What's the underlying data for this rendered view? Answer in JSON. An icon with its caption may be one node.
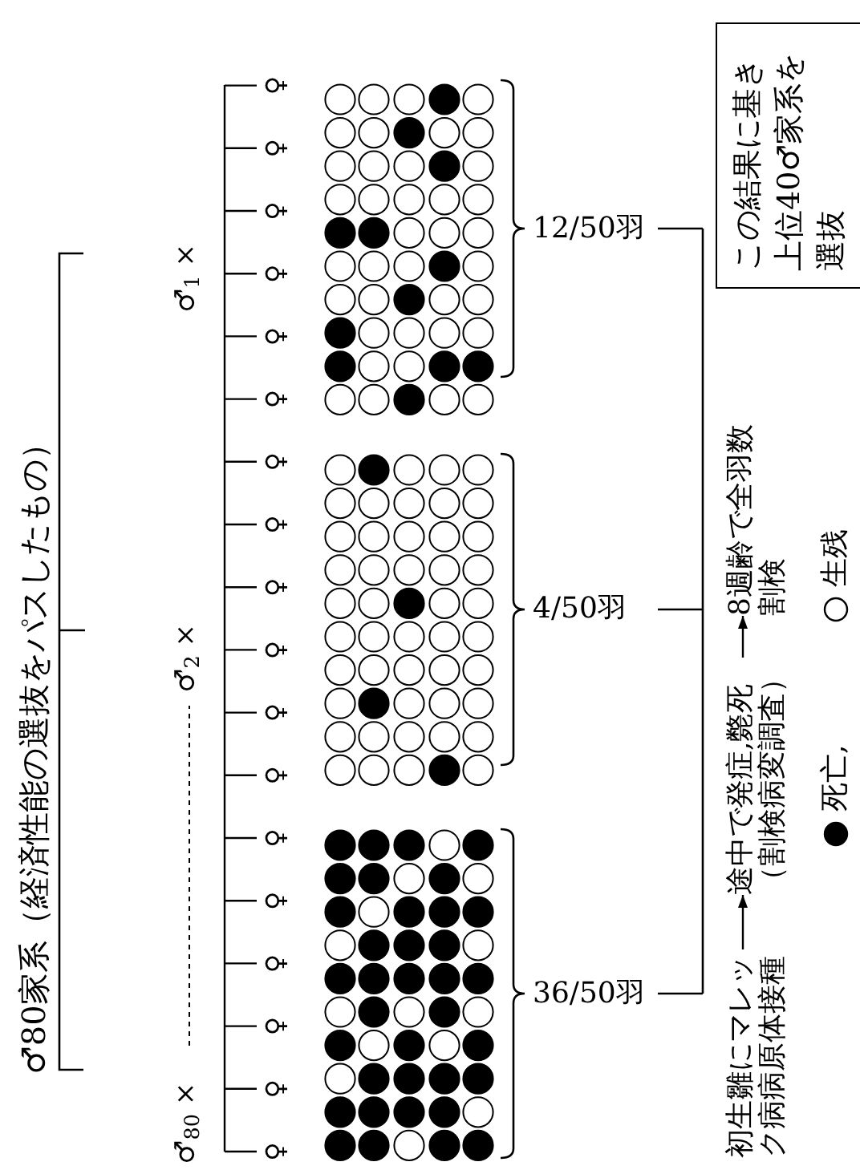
{
  "diagram": {
    "title": "♂80家系（経済性能の選抜をパスしたもの）",
    "nodes": [
      {
        "text": [
          "この結果に基き上位40♂家系を選抜"
        ]
      },
      {
        "text": [
          "初生雛にマレック病病原体接種"
        ]
      },
      {
        "text": [
          "途中で発症,斃死",
          "（割検病変調査）"
        ]
      },
      {
        "text": [
          "8週齢で全羽数割検"
        ]
      }
    ],
    "edges": [
      {
        "from": 1,
        "to": 2,
        "arrow": "to"
      },
      {
        "from": 2,
        "to": 3,
        "arrow": "to"
      }
    ],
    "labels": [
      "♂$_{1}$ ×",
      "♂$_{2}$ ×",
      "♂$_{80}$ ×",
      "♀",
      "♀",
      "♀",
      "♀",
      "♀",
      "♀",
      "♀",
      "♀",
      "♀",
      "♀",
      "♀",
      "♀",
      "♀",
      "♀",
      "♀",
      "♀",
      "♀",
      "♀",
      "12/50羽",
      "4/50羽",
      "36/50羽"
    ],
    "legend": [
      {
        "text": "死亡,",
        "color": "#000000"
      },
      {
        "text": "生残"
      }
    ]
  }
}
